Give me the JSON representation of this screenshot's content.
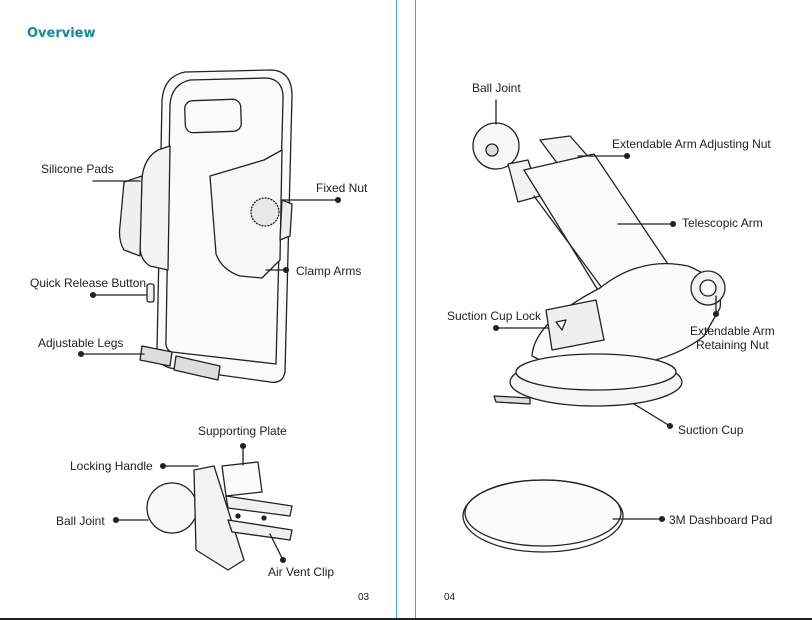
{
  "heading": "Overview",
  "left_page": {
    "labels": {
      "silicone_pads": "Silicone Pads",
      "fixed_nut": "Fixed Nut",
      "clamp_arms": "Clamp Arms",
      "quick_release_button": "Quick Release Button",
      "adjustable_legs": "Adjustable Legs",
      "supporting_plate": "Supporting Plate",
      "locking_handle": "Locking Handle",
      "ball_joint": "Ball Joint",
      "air_vent_clip": "Air Vent Clip"
    },
    "page_number": "03"
  },
  "right_page": {
    "labels": {
      "ball_joint": "Ball Joint",
      "extendable_arm_adjusting_nut": "Extendable Arm Adjusting Nut",
      "telescopic_arm": "Telescopic Arm",
      "suction_cup_lock": "Suction Cup Lock",
      "extendable_arm_retaining_nut_1": "Extendable Arm",
      "extendable_arm_retaining_nut_2": "Retaining Nut",
      "suction_cup": "Suction Cup",
      "dashboard_pad": "3M Dashboard Pad"
    },
    "page_number": "04"
  },
  "colors": {
    "heading": "#0e8f8f",
    "separator": "#3aa7d8",
    "line": "#222222"
  }
}
